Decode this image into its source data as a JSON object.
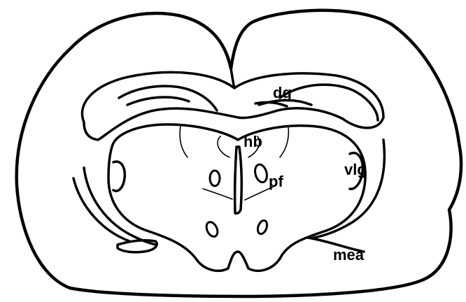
{
  "diagram": {
    "labels": {
      "dg": "dg",
      "hb": "hb",
      "pf": "pf",
      "vlg": "vlg",
      "mea": "mea"
    }
  }
}
